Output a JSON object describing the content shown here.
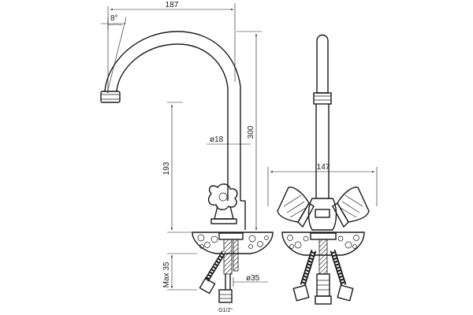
{
  "dimensions": {
    "width_top": "187",
    "angle": "8°",
    "height_total": "300",
    "spout_height": "193",
    "diam_pipe": "ø18",
    "max_depth": "Max 35",
    "diam_base": "ø35",
    "thread": "G1/2\"",
    "width_side": "147"
  }
}
